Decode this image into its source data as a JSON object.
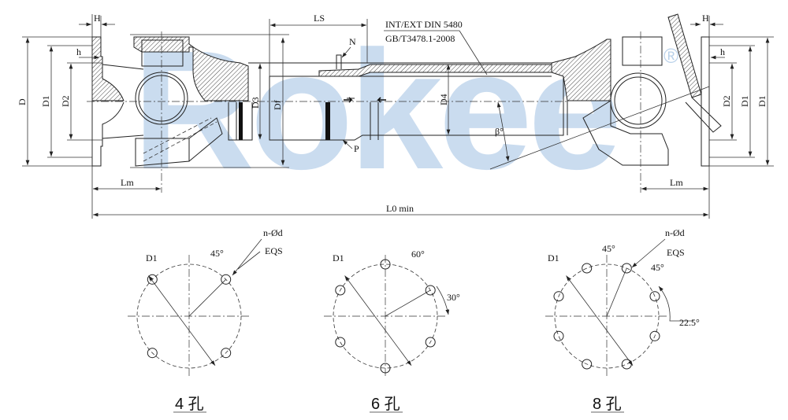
{
  "watermark": {
    "logo_text": "Rokee",
    "registered_mark": "®",
    "color": "#b9d1ea"
  },
  "main_view": {
    "labels": {
      "H_left": "H",
      "h_left": "h",
      "D": "D",
      "D1": "D1",
      "D2": "D2",
      "D3": "D3",
      "Df": "Df",
      "D4": "D4",
      "LS": "LS",
      "N": "N",
      "P": "P",
      "beta": "β°",
      "Lm_left": "Lm",
      "Lm_right": "Lm",
      "L0": "L0 min",
      "spline_std_1": "INT/EXT DIN 5480",
      "spline_std_2": "GB/T3478.1-2008",
      "H_right": "H",
      "h_right": "h",
      "D2_right": "D2",
      "D1_right_a": "D1",
      "D1_right_b": "D1"
    }
  },
  "flange_patterns": [
    {
      "holes": 4,
      "caption": "4  孔",
      "labels": {
        "d1": "D1",
        "angle1": "45°",
        "nd": "n-Ød",
        "eqs": "EQS"
      }
    },
    {
      "holes": 6,
      "caption": "6  孔",
      "labels": {
        "d1": "D1",
        "angle1": "60°",
        "angle2": "30°"
      }
    },
    {
      "holes": 8,
      "caption": "8  孔",
      "labels": {
        "d1": "D1",
        "angle1": "45°",
        "nd": "n-Ød",
        "eqs": "EQS",
        "angle2": "45°",
        "angle3": "22.5°"
      }
    }
  ]
}
